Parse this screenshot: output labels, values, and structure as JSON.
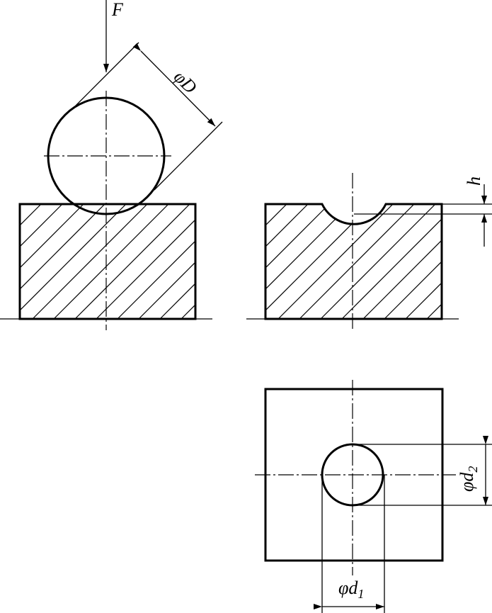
{
  "labels": {
    "force": "F",
    "ball_diameter_symbol": "φ",
    "ball_diameter_var": "D",
    "depth": "h",
    "d1_symbol": "φ",
    "d1_var": "d",
    "d1_sub": "1",
    "d2_symbol": "φ",
    "d2_var": "d",
    "d2_sub": "2"
  }
}
